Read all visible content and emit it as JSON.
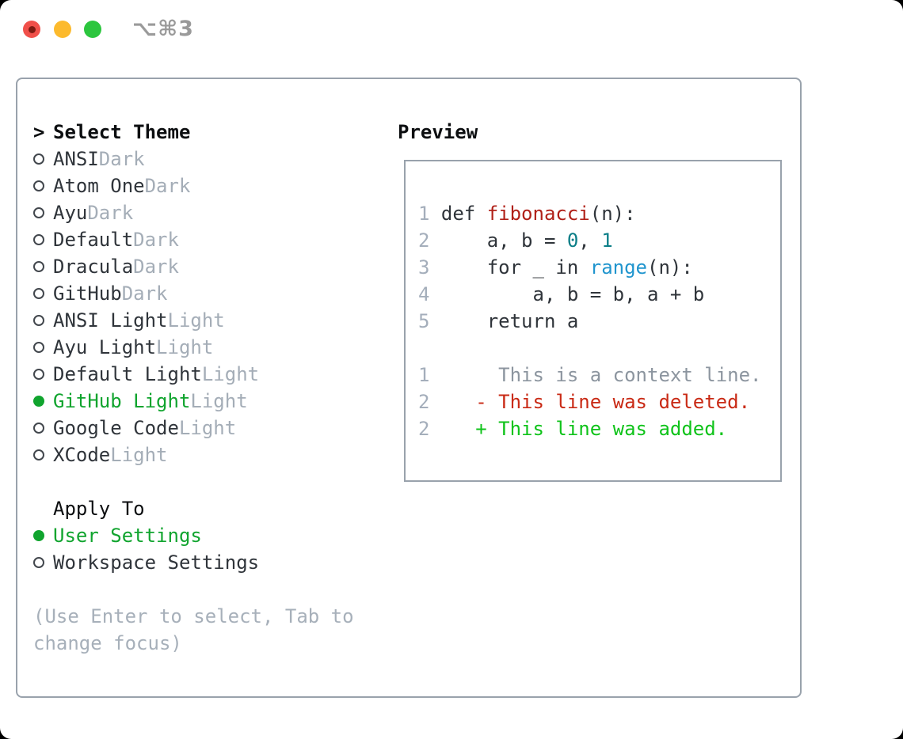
{
  "window": {
    "titlebar_shortcut": "⌥⌘3",
    "traffic_lights": [
      "close-red",
      "minimize-yellow",
      "zoom-green"
    ]
  },
  "panel": {
    "theme_section": {
      "header_prefix": ">",
      "header": "Select Theme",
      "items": [
        {
          "name": "ANSI",
          "variant": "Dark",
          "selected": false
        },
        {
          "name": "Atom One",
          "variant": "Dark",
          "selected": false
        },
        {
          "name": "Ayu",
          "variant": "Dark",
          "selected": false
        },
        {
          "name": "Default",
          "variant": "Dark",
          "selected": false
        },
        {
          "name": "Dracula",
          "variant": "Dark",
          "selected": false
        },
        {
          "name": "GitHub",
          "variant": "Dark",
          "selected": false
        },
        {
          "name": "ANSI Light",
          "variant": "Light",
          "selected": false
        },
        {
          "name": "Ayu Light",
          "variant": "Light",
          "selected": false
        },
        {
          "name": "Default Light",
          "variant": "Light",
          "selected": false
        },
        {
          "name": "GitHub Light",
          "variant": "Light",
          "selected": true
        },
        {
          "name": "Google Code",
          "variant": "Light",
          "selected": false
        },
        {
          "name": "XCode",
          "variant": "Light",
          "selected": false
        }
      ]
    },
    "apply_section": {
      "header": "Apply To",
      "items": [
        {
          "label": "User Settings",
          "selected": true
        },
        {
          "label": "Workspace Settings",
          "selected": false
        }
      ]
    },
    "hint_line1": "(Use Enter to select, Tab to",
    "hint_line2": "change focus)",
    "preview": {
      "header": "Preview",
      "lines": [
        [
          {
            "t": "1 ",
            "c": "num"
          },
          {
            "t": "def ",
            "c": "code"
          },
          {
            "t": "fibonacci",
            "c": "func"
          },
          {
            "t": "(n):",
            "c": "code"
          }
        ],
        [
          {
            "t": "2",
            "c": "num"
          },
          {
            "t": "     a, b = ",
            "c": "code"
          },
          {
            "t": "0",
            "c": "number"
          },
          {
            "t": ", ",
            "c": "code"
          },
          {
            "t": "1",
            "c": "number"
          }
        ],
        [
          {
            "t": "3",
            "c": "num"
          },
          {
            "t": "     for _ in ",
            "c": "code"
          },
          {
            "t": "range",
            "c": "builtin"
          },
          {
            "t": "(n):",
            "c": "code"
          }
        ],
        [
          {
            "t": "4",
            "c": "num"
          },
          {
            "t": "         a, b = b, a + b",
            "c": "code"
          }
        ],
        [
          {
            "t": "5",
            "c": "num"
          },
          {
            "t": "     return a",
            "c": "code"
          }
        ],
        [],
        [
          {
            "t": "1",
            "c": "num"
          },
          {
            "t": "      ",
            "c": "code"
          },
          {
            "t": "This is a context line.",
            "c": "ctx"
          }
        ],
        [
          {
            "t": "2",
            "c": "num"
          },
          {
            "t": "    ",
            "c": "code"
          },
          {
            "t": "- This line was deleted.",
            "c": "del"
          }
        ],
        [
          {
            "t": "2",
            "c": "num"
          },
          {
            "t": "    ",
            "c": "code"
          },
          {
            "t": "+ This line was added.",
            "c": "add"
          }
        ]
      ]
    }
  },
  "colors": {
    "ink": "#2f343a",
    "header": "#0c0e10",
    "tag": "#a4adb7",
    "hint": "#a7b0ba",
    "linenum": "#a4aebb",
    "ctx": "#8c959f",
    "green-sel": "#10a42e",
    "green-add": "#0fc31a",
    "red-del": "#c92a15",
    "red-func": "#b02018",
    "teal": "#0b7e87",
    "blue": "#2095ce",
    "ring": "#42474d",
    "panel-border": "#99a2ac",
    "tl-red": "#f0504a",
    "tl-red-dot": "#7d1b12",
    "tl-yellow": "#fcba2d",
    "tl-green": "#2cc63e",
    "title-gray": "#9a9a9a"
  }
}
